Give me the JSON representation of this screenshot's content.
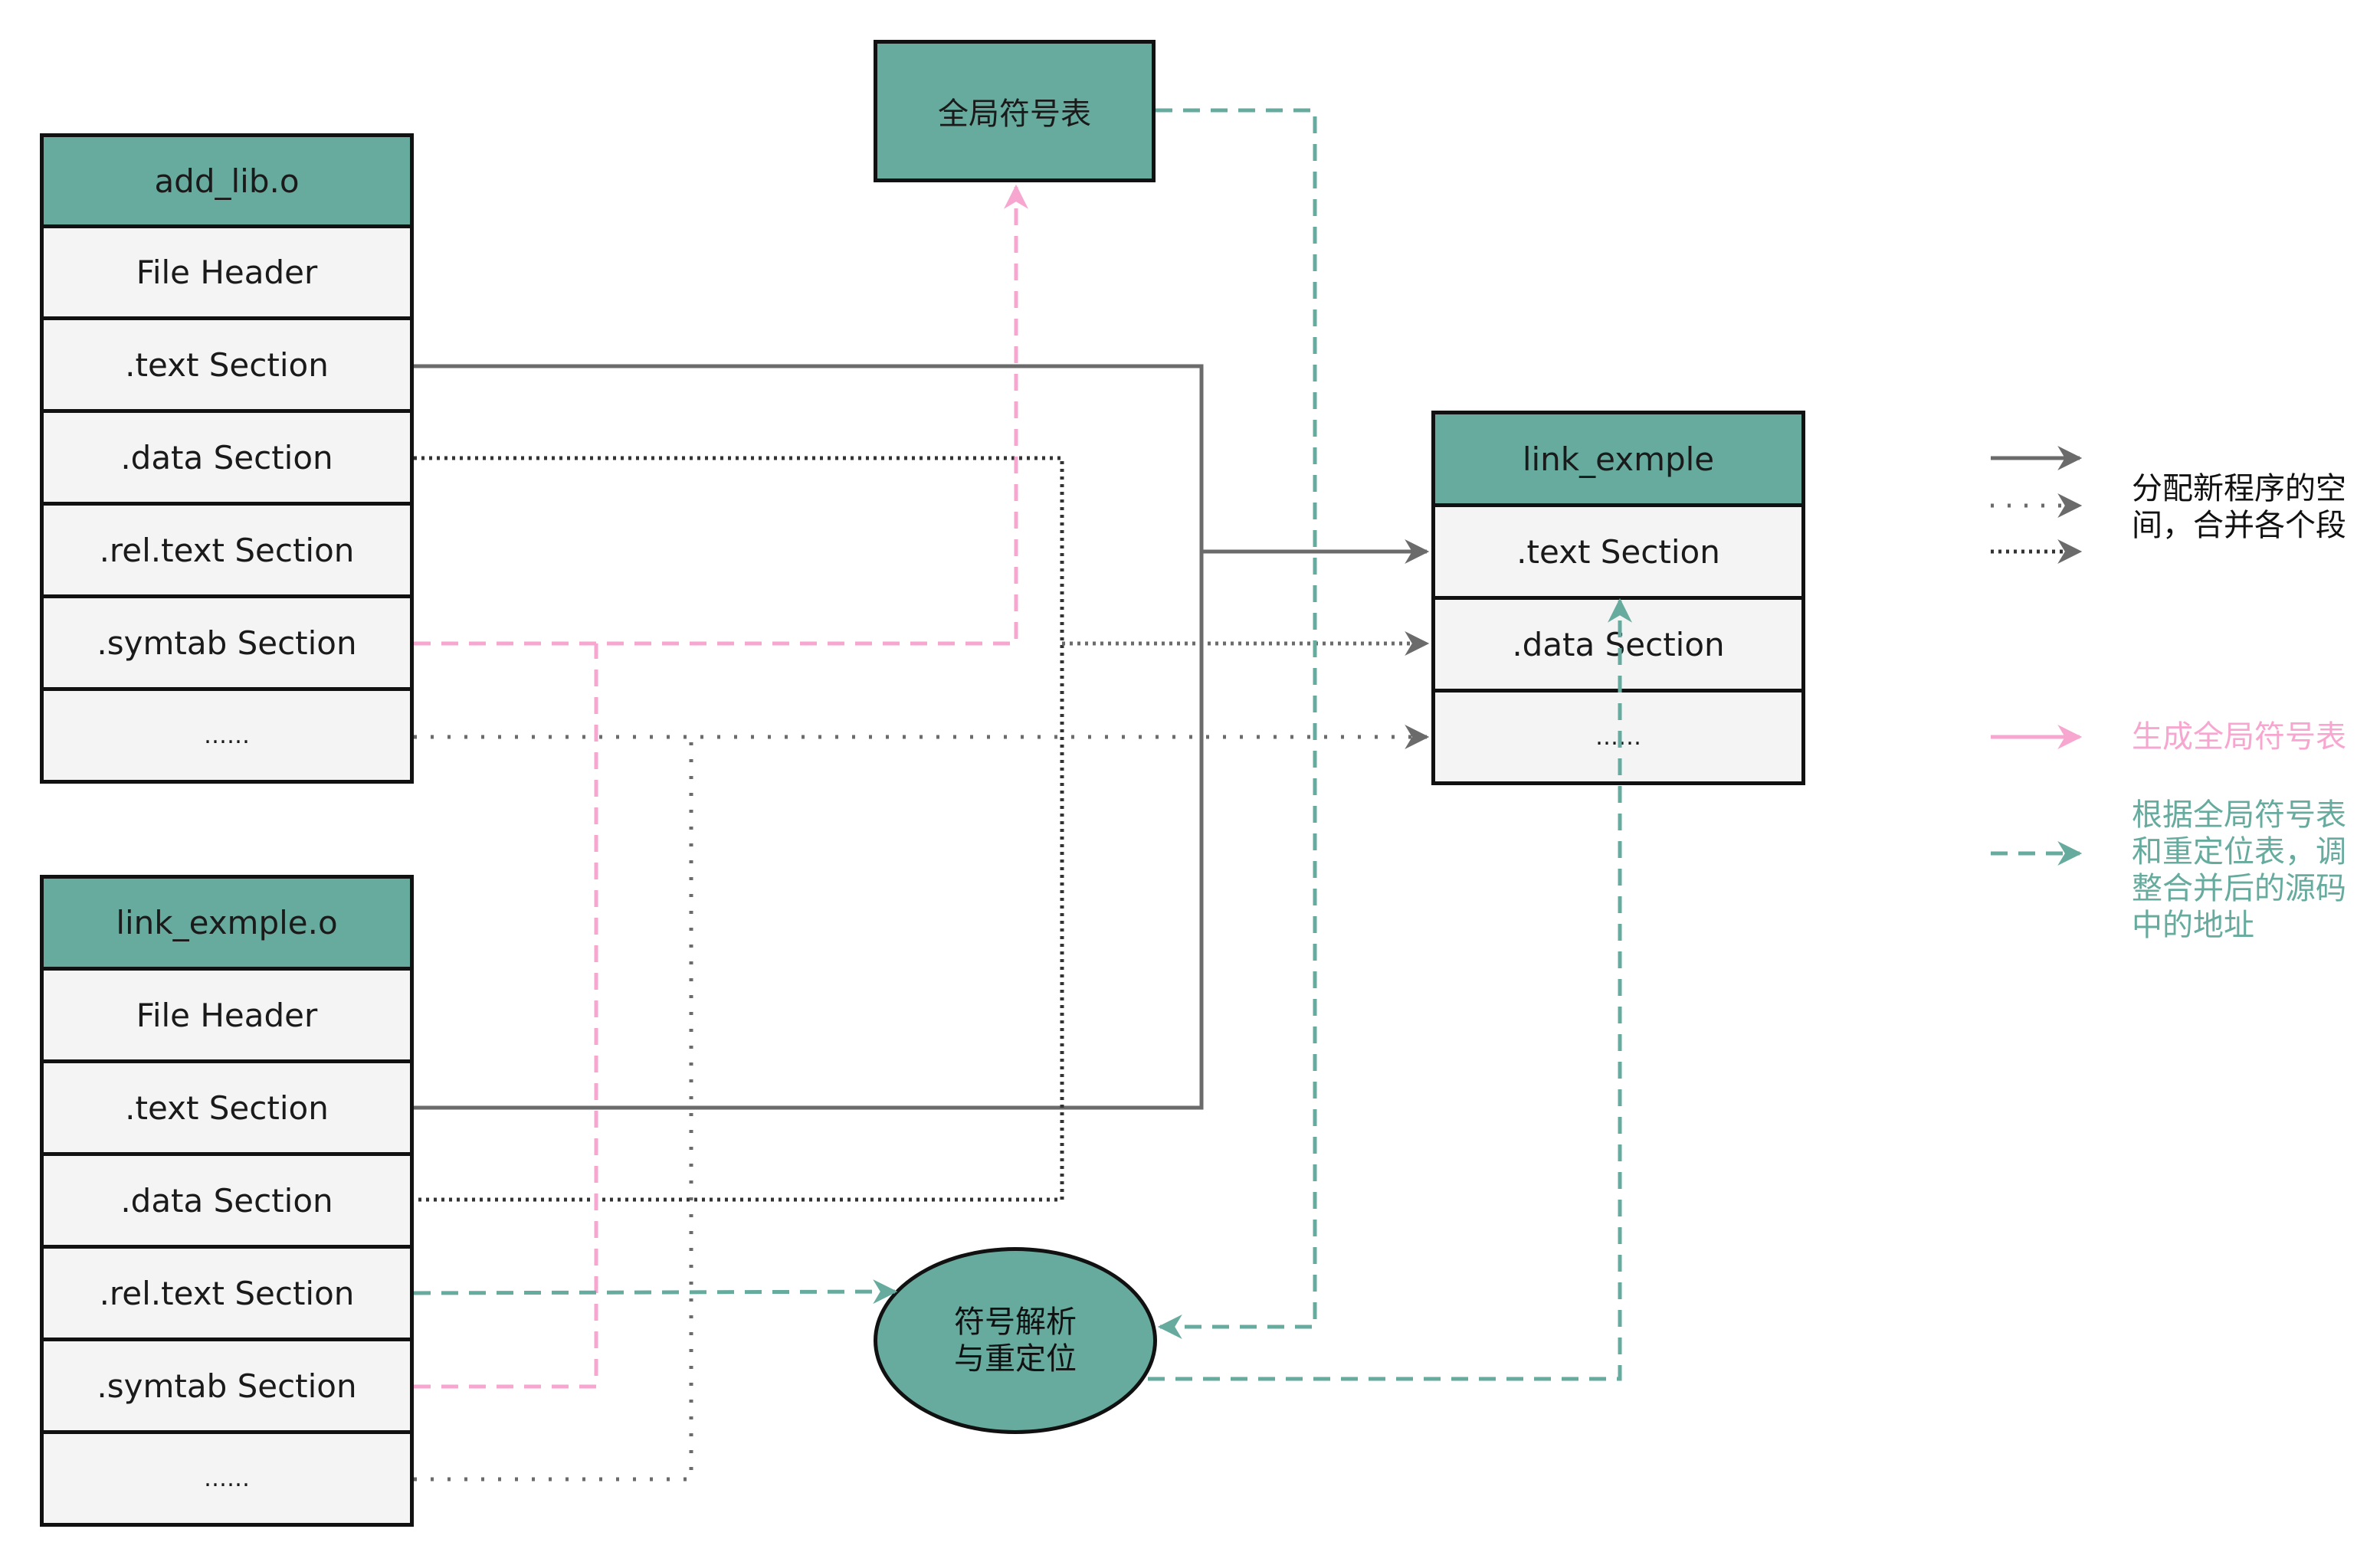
{
  "colors": {
    "header_fill": "#67ab9f",
    "section_fill": "#f4f4f4",
    "merge_line": "#6b6b6b",
    "symbol_table_line": "#f7a6cf",
    "relocation_line": "#67ab9f"
  },
  "file1": {
    "title": "add_lib.o",
    "sections": [
      "File Header",
      ".text Section",
      ".data Section",
      ".rel.text Section",
      ".symtab Section",
      "……"
    ]
  },
  "file2": {
    "title": "link_exmple.o",
    "sections": [
      "File Header",
      ".text Section",
      ".data Section",
      ".rel.text Section",
      ".symtab Section",
      "……"
    ]
  },
  "output": {
    "title": "link_exmple",
    "sections": [
      ".text Section",
      ".data Section",
      "……"
    ]
  },
  "global_symbol_table": "全局符号表",
  "resolver": {
    "line1": "符号解析",
    "line2": "与重定位"
  },
  "legend": {
    "merge": {
      "line1": "分配新程序的空",
      "line2": "间，合并各个段"
    },
    "symbol": {
      "text": "生成全局符号表"
    },
    "relocate": {
      "line1": "根据全局符号表",
      "line2": "和重定位表，调",
      "line3": "整合并后的源码",
      "line4": "中的地址"
    }
  }
}
